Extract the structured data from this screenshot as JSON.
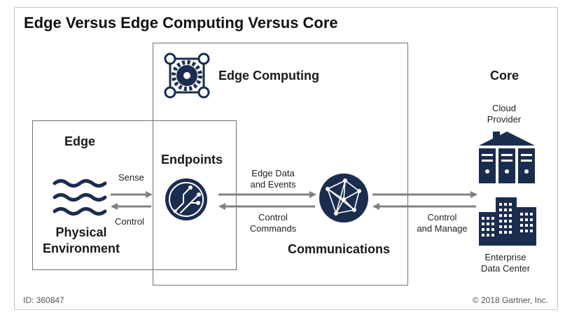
{
  "title": "Edge Versus Edge Computing Versus Core",
  "edge": {
    "heading": "Edge",
    "environment_line1": "Physical",
    "environment_line2": "Environment",
    "icon": "waves-icon"
  },
  "edge_computing": {
    "heading": "Edge Computing",
    "icon": "gear-network-icon",
    "endpoints_label": "Endpoints",
    "endpoints_icon": "circuit-icon",
    "communications_label": "Communications",
    "communications_icon": "globe-network-icon"
  },
  "core": {
    "heading": "Core",
    "cloud_line1": "Cloud",
    "cloud_line2": "Provider",
    "cloud_icon": "cloud-servers-icon",
    "enterprise_line1": "Enterprise",
    "enterprise_line2": "Data Center",
    "enterprise_icon": "office-buildings-icon"
  },
  "flows": {
    "sense": "Sense",
    "control": "Control",
    "edge_data_line1": "Edge Data",
    "edge_data_line2": "and Events",
    "control_commands_line1": "Control",
    "control_commands_line2": "Commands",
    "control_manage_line1": "Control",
    "control_manage_line2": "and Manage"
  },
  "footer": {
    "id": "ID: 360847",
    "copyright": "© 2018 Gartner, Inc."
  },
  "colors": {
    "icon_navy": "#1b2d4f",
    "arrow_gray": "#7f8183",
    "box_border": "#6f6f6f"
  }
}
